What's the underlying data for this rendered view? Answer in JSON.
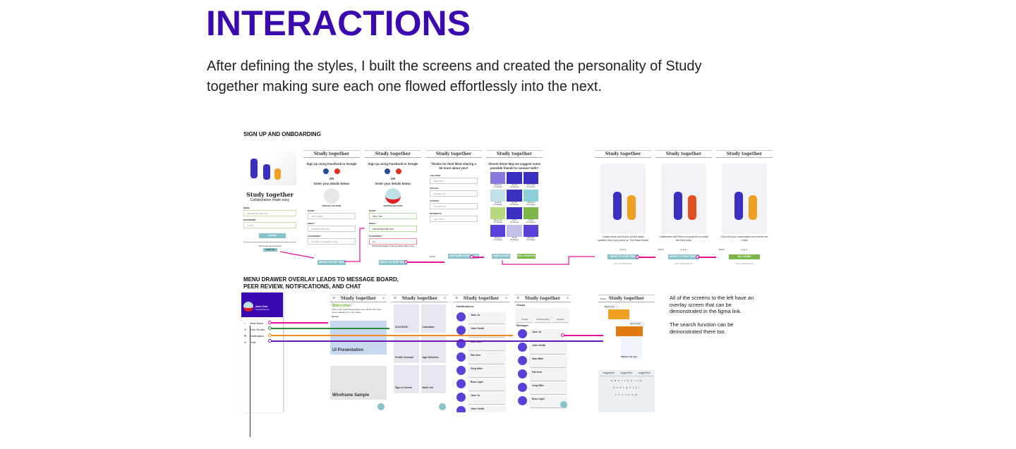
{
  "title": "INTERACTIONS",
  "intro": "After defining the styles, I built the screens and created the personality of Study together making sure each one flowed effortlessly into the next.",
  "section1": {
    "label": "SIGN UP AND ONBOARDING",
    "welcome": {
      "brand": "Study together",
      "tagline": "Collaboration made easy",
      "email_label": "EMAIL",
      "email": "alexcarr@email.com",
      "password_label": "PASSWORD",
      "password": "••••••••",
      "login": "LOGIN",
      "no_account": "Don't have an account?",
      "signup": "SIGN UP"
    },
    "app_name": "Study together",
    "signup1": {
      "heading": "Sign up using Facebook or Google",
      "or": "OR",
      "details": "Enter your details below",
      "picture": "PROFILE PICTURE",
      "name_label": "NAME*",
      "name_ph": "John Smith",
      "email_label": "EMAIL*",
      "email_ph": "email@email.com",
      "pw_label": "PASSWORD*",
      "pw_ph": "At least 8 characters long",
      "button": "MOVE TO STEP TWO"
    },
    "signup2": {
      "heading": "Sign up using Facebook or Google",
      "or": "OR",
      "details": "Enter your details below",
      "picture": "PROFILE PICTURE",
      "name": "Alex Carr",
      "email": "alexcarr@email.com",
      "pw": "••••",
      "error": "PASSWORD NEEDS TO BE 8 CHARACTERS LONG",
      "button": "MOVE TO STEP TWO"
    },
    "step2": {
      "heading": "Thanks for that! Mind sharing a bit more about you?",
      "fields": [
        {
          "label": "LOCATION",
          "ph": "Type here..."
        },
        {
          "label": "SCHOOL",
          "ph": "Choose one"
        },
        {
          "label": "COURSE",
          "ph": "Choose one"
        },
        {
          "label": "INTERESTS",
          "ph": "Type here..."
        }
      ],
      "back": "BACK",
      "button": "ONE MORE STEP TO GO"
    },
    "friends": {
      "heading": "Almost done! May we suggest some possible friends to connect with?",
      "people": [
        "Jenna Lu",
        "Sam B",
        "John Chee",
        "Jamie B",
        "Jay Mi",
        "Dan Red",
        "Bunny Ho",
        "Pat B",
        "Lily B",
        "Jenna Lu",
        "Pat B",
        "Bob Doe"
      ],
      "role": "UX Design",
      "tour": "TAKE A TOUR",
      "start": "GET STARTED"
    },
    "tour": [
      {
        "caption": "Create posts and check out the latest updates from your peers on The News Board",
        "button": "MOVE TO STEP TWO",
        "skip": "SKIP ONBOARDING",
        "back": ""
      },
      {
        "caption": "Collaborate with Peers on projects to create the best work",
        "button": "MOVE TO STEP THREE",
        "skip": "SKIP ONBOARDING",
        "back": "BACK"
      },
      {
        "caption": "Chat with your classmates and mentor via Chats",
        "button": "ALL DONE!",
        "skip": "SKIP ONBOARDING",
        "back": "BACK"
      }
    ]
  },
  "section2": {
    "label": "MENU DRAWER OVERLAY LEADS TO MESSAGE BOARD, PEER REVIEW, NOTIFICATIONS, AND CHAT",
    "drawer": {
      "user": "Alex Carr",
      "role": "CareerPioneer",
      "items": [
        "News Board",
        "Peer Review",
        "Notifications",
        "Chat"
      ]
    },
    "news": {
      "welcome": "Welcome!",
      "sub": "This is your News Board where you will find the most recent updates from your class.",
      "section": "Stories",
      "posts": [
        "UI Presentation",
        "Wireframe Sample"
      ]
    },
    "peer": {
      "tiles": [
        "SUCCESS!",
        "Calculator",
        "Profile Concept",
        "App Sketches",
        "Sign in Screen",
        "Work Out"
      ]
    },
    "notifications": {
      "heading": "Notifications",
      "names": [
        "Jane Jo",
        "John Smith",
        "Sam Mate",
        "Pat Gem",
        "Greg Mike",
        "Buzz Light",
        "Jane Jo",
        "John Smith"
      ]
    },
    "chat_list": {
      "groups_label": "Groups",
      "groups": [
        "UI Crew",
        "UX Testing Pals",
        "Humans"
      ],
      "messages_label": "Messages",
      "names": [
        "Jane Jo",
        "John Smith",
        "Sam Mate",
        "Pat Gem",
        "Greg Mike",
        "Buzz Light"
      ]
    },
    "chat": {
      "back": "BACK",
      "participants": [
        "Bunny Ho",
        "Jane Smith"
      ],
      "app_card": "Wander the App",
      "suggestions": [
        "suggestion",
        "suggestion",
        "suggestion"
      ],
      "keys": "q w e r t y u i o p"
    },
    "note1": "All of the screens to the left have an overlay screen that can be demonstrated in the figma link.",
    "note2": "The search function can be demonstrated there too."
  },
  "colors": {
    "title": "#3a0ab0",
    "pink": "#e6109b",
    "green": "#2e8b3a",
    "orange": "#f08a24",
    "purple": "#6a1bb5",
    "teal": "#88c3cc"
  }
}
